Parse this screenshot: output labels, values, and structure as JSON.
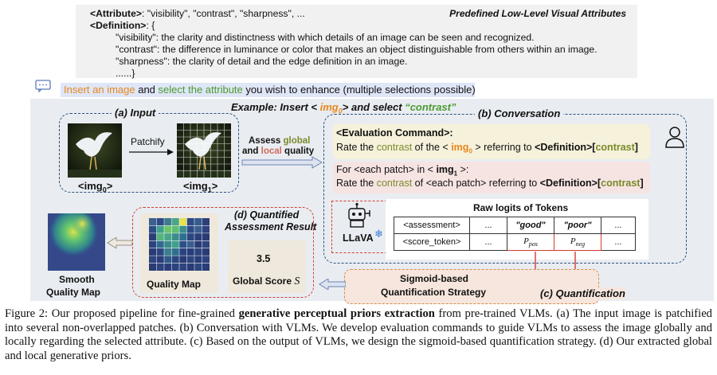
{
  "definitions": {
    "title": "Predefined Low-Level Visual Attributes",
    "attr_key": "<Attribute>",
    "attr_values": ": \"visibility\", \"contrast\", \"sharpness\", ...",
    "def_key": "<Definition>",
    "def_open": ": {",
    "def_lines": [
      "\"visibility\": the clarity and distinctness with which details of an image can be seen and recognized.",
      "\"contrast\": the difference in luminance or color that makes an object distinguishable from others within an image.",
      "\"sharpness\": the clarity of detail and the edge definition in an image.",
      "......}"
    ]
  },
  "prompt": {
    "part1": "Insert an image",
    "part2": " and ",
    "part3": "select the attribute",
    "part4": " you wish to enhance (multiple selections possible)"
  },
  "example": {
    "prefix": "Example: Insert < ",
    "img": "img",
    "sub": "0",
    "mid": "> and select ",
    "attr": "“contrast”"
  },
  "input_section": {
    "label": "(a) Input",
    "patchify": "Patchify",
    "img0": "<img",
    "img0_sub": "0",
    "img1": "<img",
    "img1_sub": "1",
    "close": ">"
  },
  "assess": {
    "word1": "Assess ",
    "global": "global",
    "word2": "and ",
    "local": "local",
    "word3": " quality"
  },
  "conversation": {
    "label": "(b) Conversation",
    "cmd_header": "<Evaluation Command>:",
    "cmd1_a": "Rate the ",
    "cmd1_contrast": "contrast",
    "cmd1_b": " of the < ",
    "cmd1_img": "img",
    "cmd1_sub": "0",
    "cmd1_c": " > referring to ",
    "cmd1_def": "<Definition>[",
    "cmd1_d": "contrast",
    "cmd1_e": "]",
    "cmd2_line1_a": "For <each patch> in < ",
    "cmd2_img": "img",
    "cmd2_sub": "1",
    "cmd2_line1_b": " >:",
    "cmd2_a": "Rate the ",
    "cmd2_contrast": "contrast",
    "cmd2_b": " of <each patch> referring to ",
    "cmd2_def": "<Definition>[",
    "cmd2_d": "contrast",
    "cmd2_e": "]"
  },
  "llava": {
    "label": "LLaVA",
    "snowflake": "❄"
  },
  "logits": {
    "title": "Raw logits of Tokens",
    "rows": [
      [
        "<assessment>",
        "...",
        "\"good\"",
        "\"poor\"",
        "..."
      ],
      [
        "<score_token>",
        "...",
        "P",
        "P",
        "..."
      ]
    ],
    "p_pos_sub": "pos",
    "p_neg_sub": "neg"
  },
  "quantified": {
    "label_line1": "(d) Quantified",
    "label_line2": "Assessment Result",
    "quality_map": "Quality Map",
    "score_value": "3.5",
    "score_label": "Global Score ",
    "score_symbol": "S"
  },
  "smooth": {
    "line1": "Smooth",
    "line2": "Quality Map"
  },
  "sigmoid": {
    "line1": "Sigmoid-based",
    "line2": "Quantification Strategy",
    "label": "(c) Quantification"
  },
  "caption": {
    "prefix": "Figure 2: Our proposed pipeline for fine-grained ",
    "bold": "generative perceptual priors extraction",
    "rest": " from pre-trained VLMs. (a) The input image is patchified into several non-overlapped patches. (b) Conversation with VLMs. We develop evaluation commands to guide VLMs to assess the image globally and locally regarding the selected attribute. (c) Based on the output of VLMs, we design the sigmoid-based quantification strategy. (d) Our extracted global and local generative priors."
  },
  "colors": {
    "orange": "#e8871e",
    "green": "#4b9a2f",
    "dashed_blue": "#2a4f80",
    "arrow_red": "#d63c2f"
  }
}
